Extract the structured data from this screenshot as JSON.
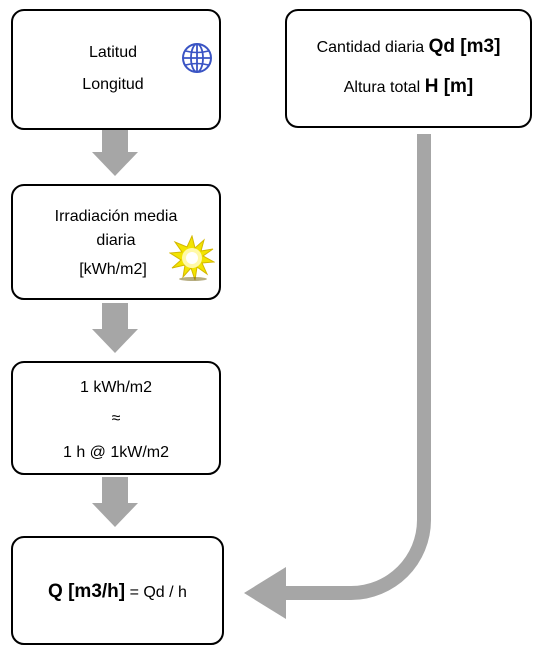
{
  "location_box": {
    "latitude_label": "Latitud",
    "longitude_label": "Longitud",
    "icon": "globe-icon"
  },
  "demand_box": {
    "daily_amount_label": "Cantidad diaria",
    "daily_amount_symbol": "Qd [m3]",
    "total_height_label": "Altura total",
    "total_height_symbol": "H [m]"
  },
  "irradiation_box": {
    "line1": "Irradiación media",
    "line2": "diaria",
    "unit": "[kWh/m2]",
    "icon": "sun-icon"
  },
  "equivalence_box": {
    "line1": "1 kWh/m2",
    "approx": "≈",
    "line2": "1 h @ 1kW/m2"
  },
  "result_box": {
    "formula_bold": "Q [m3/h]",
    "formula_rest": "= Qd / h"
  },
  "colors": {
    "arrow": "#a6a6a6",
    "globe": "#3a54c4",
    "sun_fill": "#fff200",
    "sun_rays": "#f2e400"
  }
}
